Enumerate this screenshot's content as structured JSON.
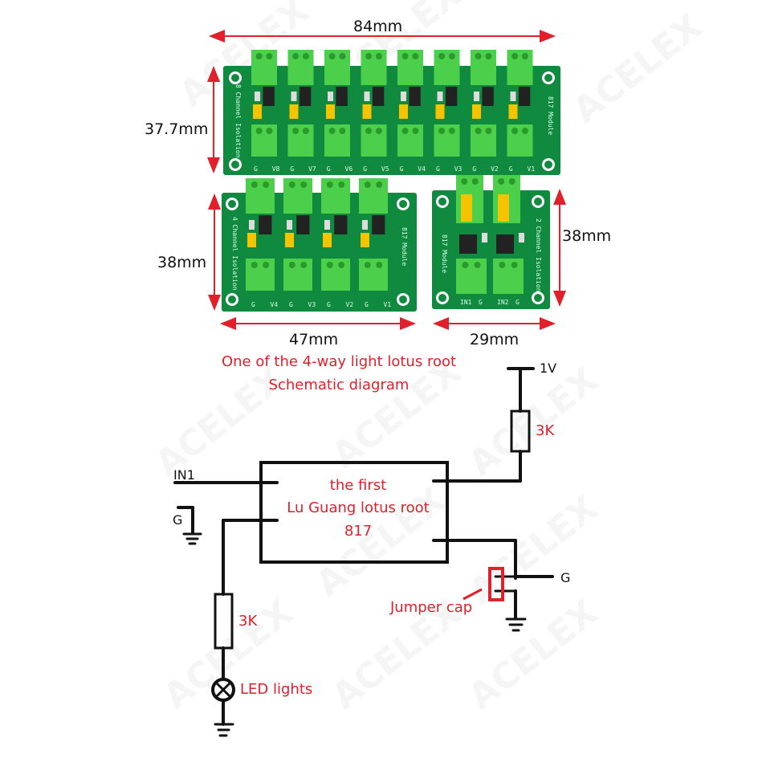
{
  "watermark": "ACELEX",
  "colors": {
    "annotation_red": "#e0202a",
    "pcb_green": "#0f8a3e",
    "terminal_green": "#4cd04c",
    "jumper_yellow": "#f5c400",
    "optocoupler_black": "#222222",
    "line_black": "#111111"
  },
  "boards": {
    "eight_channel": {
      "side_label": "8 Channel Isolation",
      "module_label": "817 Module",
      "width_label": "84mm",
      "height_label": "37.7mm",
      "pin_labels": [
        "G",
        "V8",
        "G",
        "V7",
        "G",
        "V6",
        "G",
        "V5",
        "G",
        "V4",
        "G",
        "V3",
        "G",
        "V2",
        "G",
        "V1"
      ]
    },
    "four_channel": {
      "side_label": "4 Channel Isolation",
      "module_label": "817 Module",
      "width_label": "47mm",
      "height_label": "38mm",
      "pin_labels": [
        "G",
        "V4",
        "G",
        "V3",
        "G",
        "V2",
        "G",
        "V1"
      ]
    },
    "two_channel": {
      "side_label": "2 Channel Isolation",
      "module_label": "817 Module",
      "width_label": "29mm",
      "height_label": "38mm",
      "pin_labels": [
        "IN1",
        "G",
        "IN2",
        "G"
      ]
    }
  },
  "schematic": {
    "title_line1": "One of the 4-way light lotus root",
    "title_line2": "Schematic diagram",
    "ic_line1": "the first",
    "ic_line2": "Lu Guang lotus root",
    "ic_line3": "817",
    "in_label": "IN1",
    "ground_label_left": "G",
    "vcc_label": "1V",
    "resistor_top_label": "3K",
    "resistor_left_label": "3K",
    "ground_label_right": "G",
    "jumper_label": "Jumper cap",
    "led_label": "LED lights"
  }
}
